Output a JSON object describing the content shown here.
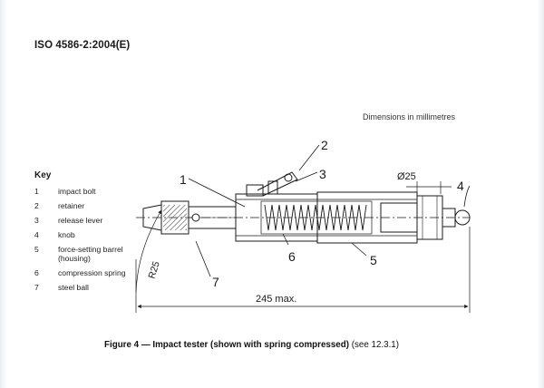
{
  "header": {
    "standard": "ISO 4586-2:2004(E)"
  },
  "dimensions_note": "Dimensions in millimetres",
  "key": {
    "title": "Key",
    "items": [
      {
        "num": "1",
        "label": "impact bolt"
      },
      {
        "num": "2",
        "label": "retainer"
      },
      {
        "num": "3",
        "label": "release lever"
      },
      {
        "num": "4",
        "label": "knob"
      },
      {
        "num": "5",
        "label": "force-setting barrel (housing)"
      },
      {
        "num": "6",
        "label": "compression spring"
      },
      {
        "num": "7",
        "label": "steel ball"
      }
    ]
  },
  "callouts": {
    "c1": "1",
    "c2": "2",
    "c3": "3",
    "c4": "4",
    "c5": "5",
    "c6": "6",
    "c7": "7"
  },
  "dimensions": {
    "diameter": "Ø25",
    "radius": "R25",
    "length": "245 max."
  },
  "caption": {
    "bold_part": "Figure 4 — Impact tester (shown with spring compressed)",
    "ref_part": " (see 12.3.1)"
  },
  "colors": {
    "ink": "#1a1a1a",
    "edge": "#e9ecef"
  }
}
